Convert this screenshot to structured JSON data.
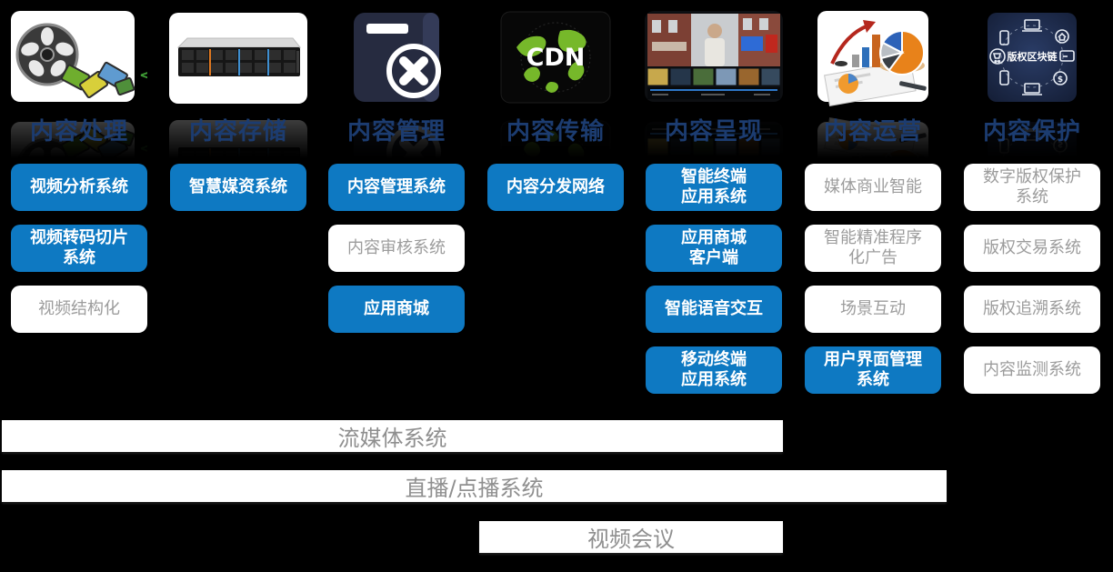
{
  "page": {
    "background": "#000000",
    "accent_blue": "#0e79c2",
    "title_color": "#1c3c70",
    "muted_text": "#9c9c9c"
  },
  "columns": [
    {
      "title": "内容处理",
      "image": "film-reel-photo",
      "film_arrow": "<",
      "items": [
        {
          "label": "视频分析系统",
          "style": "blue"
        },
        {
          "label": "视频转码切片\n系统",
          "style": "blue"
        },
        {
          "label": "视频结构化",
          "style": "white"
        }
      ]
    },
    {
      "title": "内容存储",
      "image": "server-rack-photo",
      "items": [
        {
          "label": "智慧媒资系统",
          "style": "blue"
        }
      ]
    },
    {
      "title": "内容管理",
      "image": "content-management-icon",
      "items": [
        {
          "label": "内容管理系统",
          "style": "blue"
        },
        {
          "label": "内容审核系统",
          "style": "white"
        },
        {
          "label": "应用商城",
          "style": "blue"
        }
      ]
    },
    {
      "title": "内容传输",
      "image": "cdn-globe-icon",
      "cdn_label": "CDN",
      "items": [
        {
          "label": "内容分发网络",
          "style": "blue"
        }
      ]
    },
    {
      "title": "内容呈现",
      "image": "video-wall-photo",
      "items": [
        {
          "label": "智能终端\n应用系统",
          "style": "blue"
        },
        {
          "label": "应用商城\n客户端",
          "style": "blue"
        },
        {
          "label": "智能语音交互",
          "style": "blue"
        },
        {
          "label": "移动终端\n应用系统",
          "style": "blue"
        }
      ]
    },
    {
      "title": "内容运营",
      "image": "analytics-charts-photo",
      "items": [
        {
          "label": "媒体商业智能",
          "style": "white"
        },
        {
          "label": "智能精准程序\n化广告",
          "style": "white"
        },
        {
          "label": "场景互动",
          "style": "white"
        },
        {
          "label": "用户界面管理\n系统",
          "style": "blue"
        }
      ]
    },
    {
      "title": "内容保护",
      "image": "copyright-blockchain-icon",
      "blockchain_label": "版权区块链",
      "items": [
        {
          "label": "数字版权保护\n系统",
          "style": "white"
        },
        {
          "label": "版权交易系统",
          "style": "white"
        },
        {
          "label": "版权追溯系统",
          "style": "white"
        },
        {
          "label": "内容监测系统",
          "style": "white"
        }
      ]
    }
  ],
  "bottom_bars": [
    {
      "label": "流媒体系统"
    },
    {
      "label": "直播/点播系统"
    },
    {
      "label": "视频会议"
    }
  ]
}
